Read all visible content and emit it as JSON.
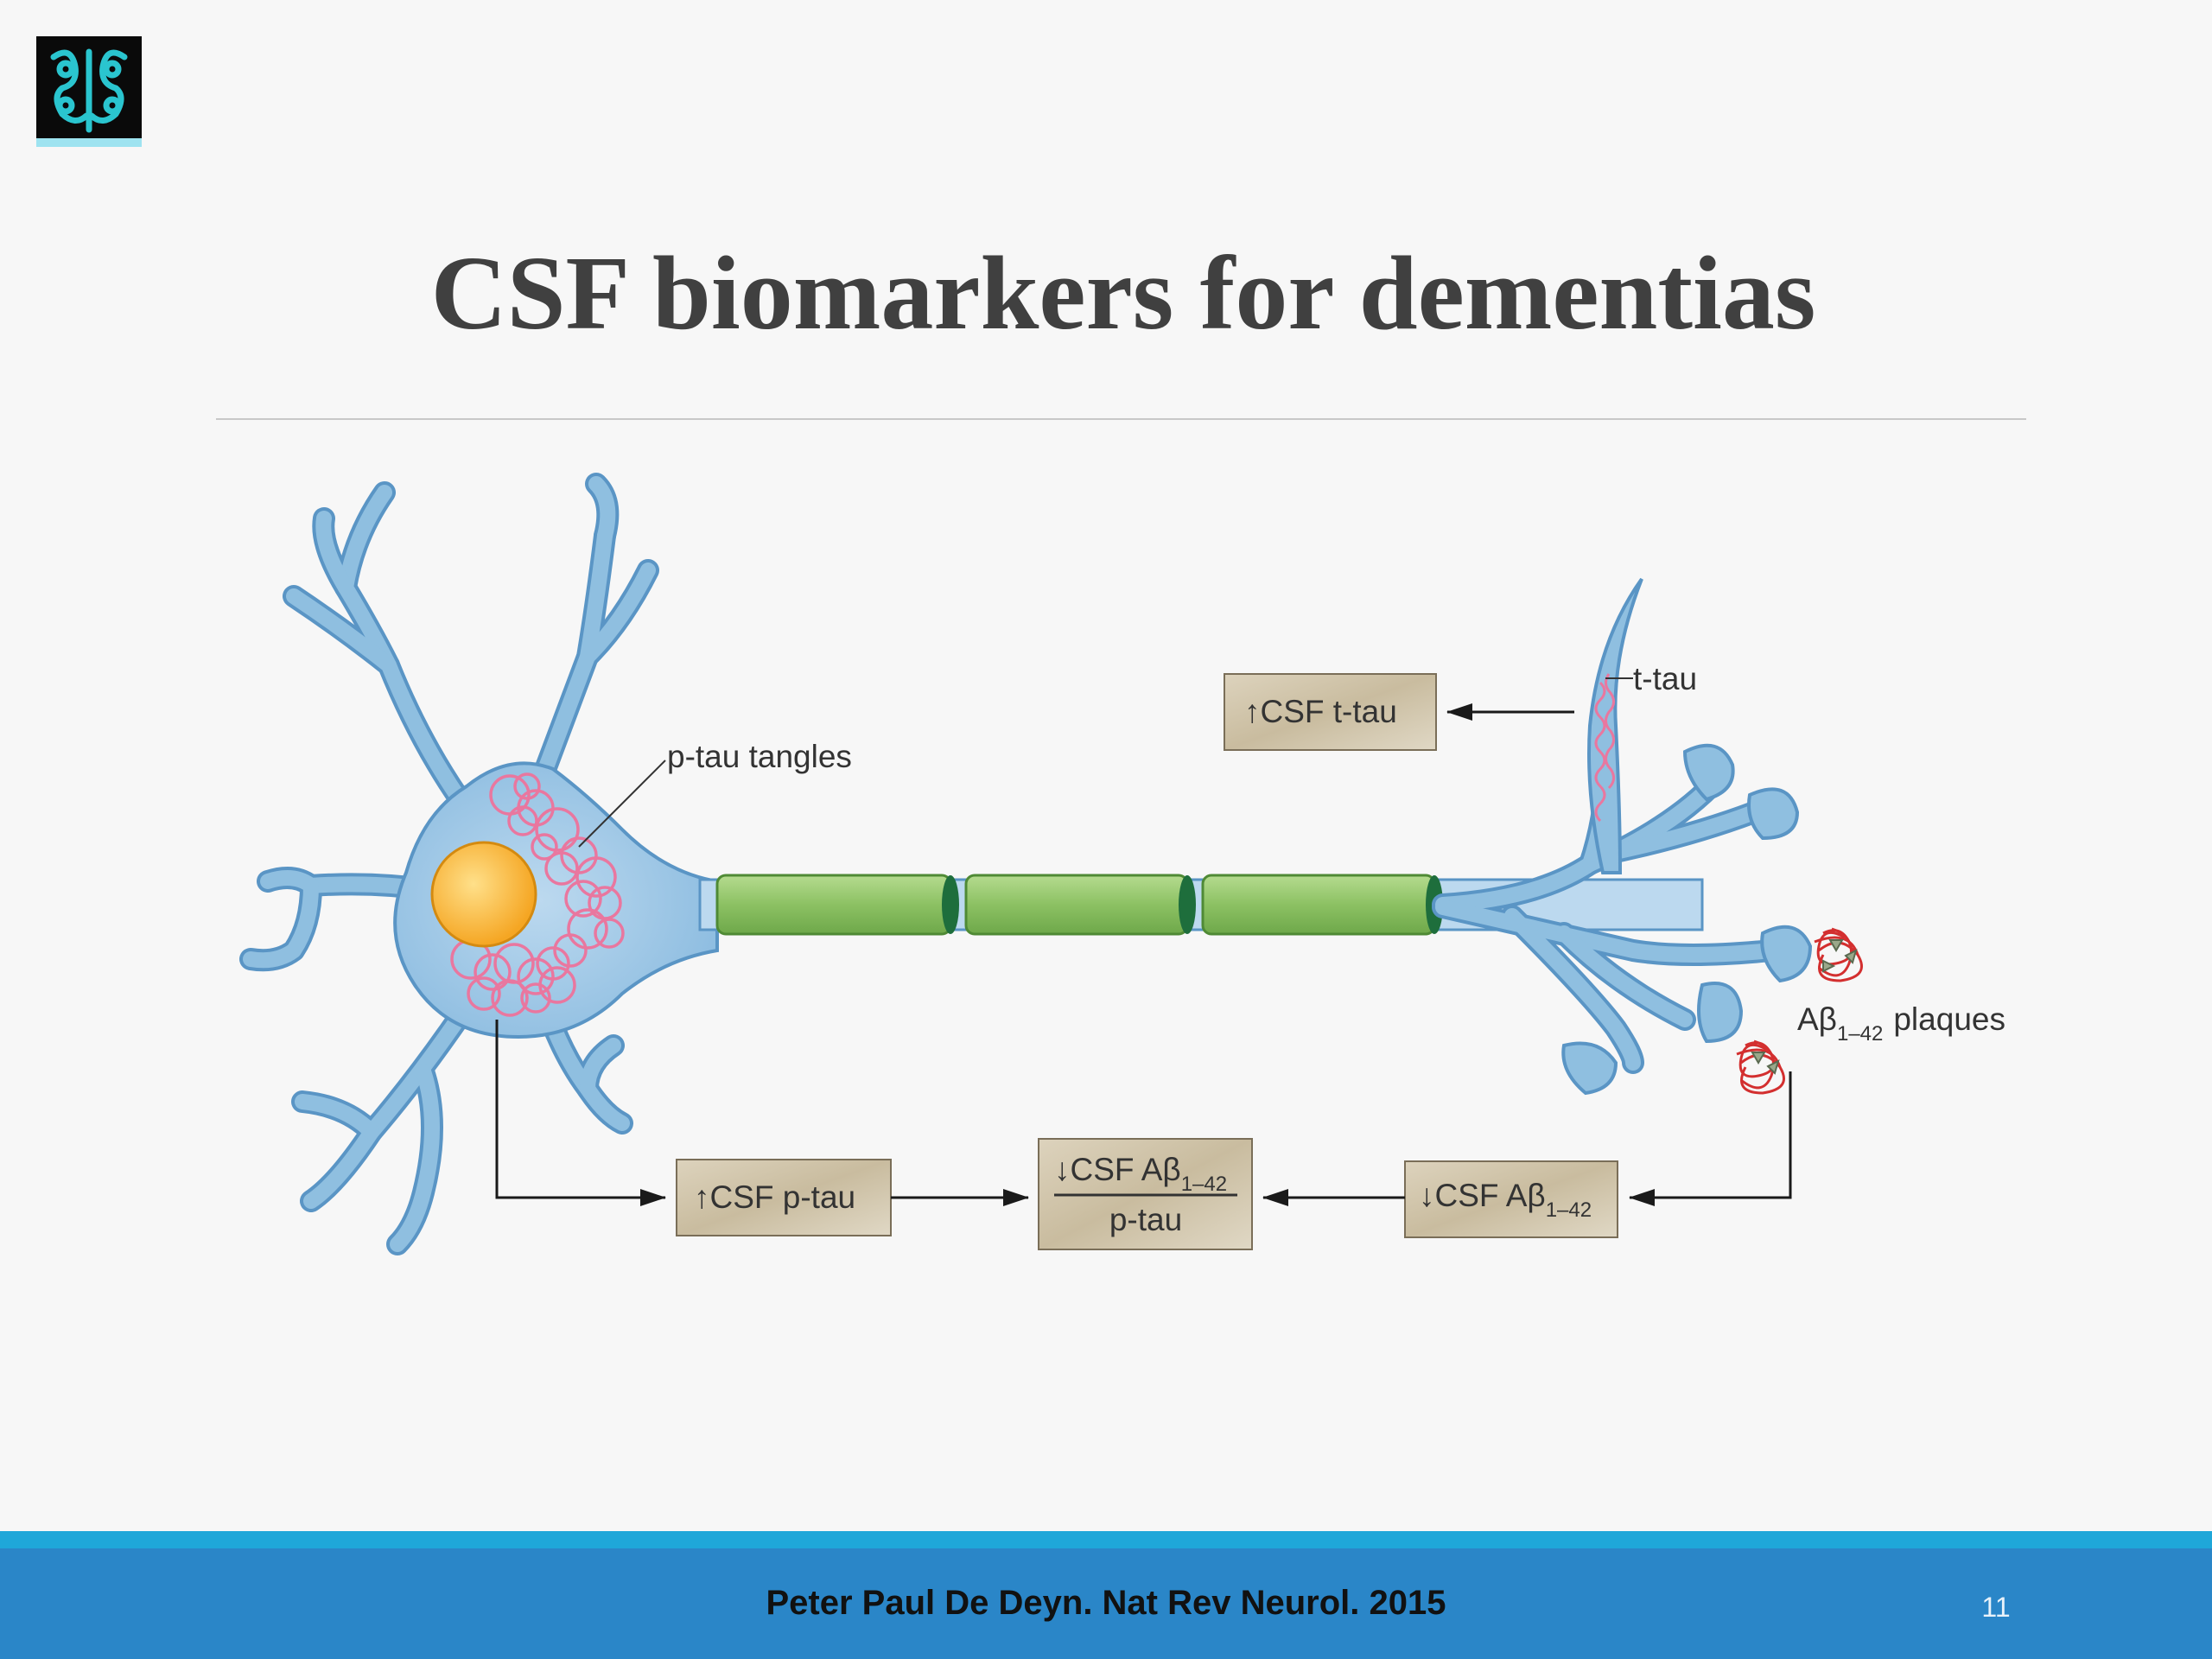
{
  "slide": {
    "title": "CSF biomarkers for dementias",
    "citation": "Peter Paul De Deyn. Nat Rev Neurol. 2015",
    "page_number": "11"
  },
  "diagram": {
    "labels": {
      "ptau_tangles": "p-tau tangles",
      "ttau": "t-tau",
      "abeta_prefix": "Aβ",
      "abeta_sub": "1–42",
      "plaques": "plaques"
    },
    "boxes": {
      "csf_ttau": {
        "arrow": "↑",
        "text": "CSF t-tau"
      },
      "csf_ptau": {
        "arrow": "↑",
        "text": "CSF p-tau"
      },
      "ratio": {
        "arrow": "↓",
        "numerator": "CSF Aβ",
        "numerator_sub": "1–42",
        "denominator": "p-tau"
      },
      "csf_abeta": {
        "arrow": "↓",
        "text": "CSF Aβ",
        "sub": "1–42"
      }
    }
  },
  "colors": {
    "footer": "#2a86c8",
    "footer_accent": "#1fa7d9",
    "neuron": "#8fbfe0",
    "neuron_outline": "#5a95c5",
    "nucleus": "#fbc02d",
    "tangles": "#e9779f",
    "myelin": "#8cc163",
    "node": "#1e6e3c",
    "box": "#cfc4ab",
    "plaque": "#d32f2f",
    "title": "#404040"
  }
}
